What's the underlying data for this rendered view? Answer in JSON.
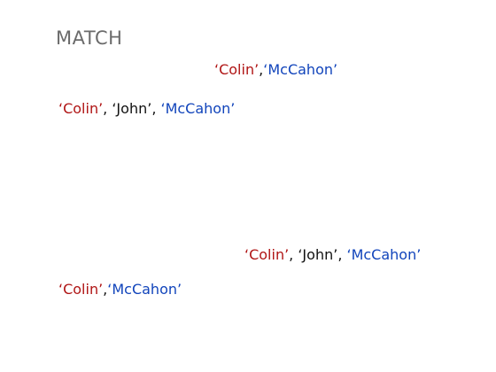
{
  "title": "MATCH",
  "lines": [
    {
      "parts": [
        {
          "text": "‘Colin’",
          "color": "red"
        },
        {
          "text": ",",
          "color": "black"
        },
        {
          "text": "‘McCahon’",
          "color": "blue"
        }
      ]
    },
    {
      "parts": [
        {
          "text": "‘Colin’",
          "color": "red"
        },
        {
          "text": ", ",
          "color": "black"
        },
        {
          "text": "‘John’",
          "color": "black"
        },
        {
          "text": ", ",
          "color": "black"
        },
        {
          "text": "‘McCahon’",
          "color": "blue"
        }
      ]
    },
    {
      "parts": [
        {
          "text": "‘Colin’",
          "color": "red"
        },
        {
          "text": ", ",
          "color": "black"
        },
        {
          "text": "‘John’",
          "color": "black"
        },
        {
          "text": ", ",
          "color": "black"
        },
        {
          "text": "‘McCahon’",
          "color": "blue"
        }
      ]
    },
    {
      "parts": [
        {
          "text": "‘Colin’",
          "color": "red"
        },
        {
          "text": ",",
          "color": "black"
        },
        {
          "text": "‘McCahon’",
          "color": "blue"
        }
      ]
    }
  ],
  "colors": {
    "red": "#b01515",
    "blue": "#1144bb",
    "black": "#111111",
    "title": "#6b6b6b"
  }
}
